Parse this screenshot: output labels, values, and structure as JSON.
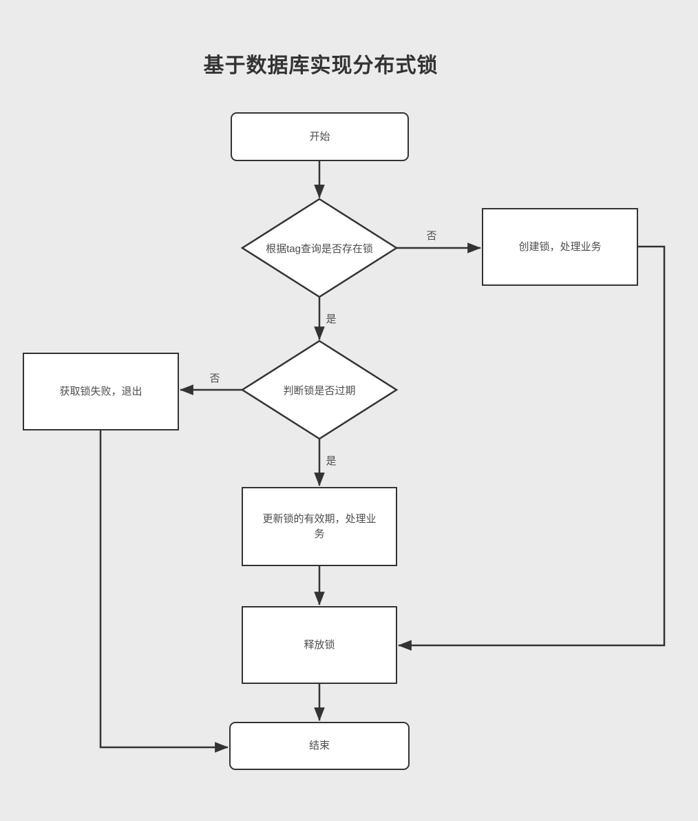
{
  "title": "基于数据库实现分布式锁",
  "nodes": {
    "start": {
      "label": "开始",
      "shape": "rounded-rectangle"
    },
    "check_exists": {
      "label": "根据tag查询是否存在锁",
      "shape": "diamond"
    },
    "create_lock": {
      "label": "创建锁，处理业务",
      "shape": "rectangle"
    },
    "check_expired": {
      "label": "判断锁是否过期",
      "shape": "diamond"
    },
    "acquire_fail": {
      "label": "获取锁失败，退出",
      "shape": "rectangle"
    },
    "update_lock": {
      "label": "更新锁的有效期，处理业务",
      "shape": "rectangle"
    },
    "release_lock": {
      "label": "释放锁",
      "shape": "rectangle"
    },
    "end": {
      "label": "结束",
      "shape": "rounded-rectangle"
    }
  },
  "edge_labels": {
    "exists_no": "否",
    "exists_yes": "是",
    "expired_no": "否",
    "expired_yes": "是"
  },
  "colors": {
    "background": "#ebebeb",
    "node_fill": "#ffffff",
    "stroke": "#333333",
    "text": "#4d4d4d",
    "title_text": "#333333"
  }
}
